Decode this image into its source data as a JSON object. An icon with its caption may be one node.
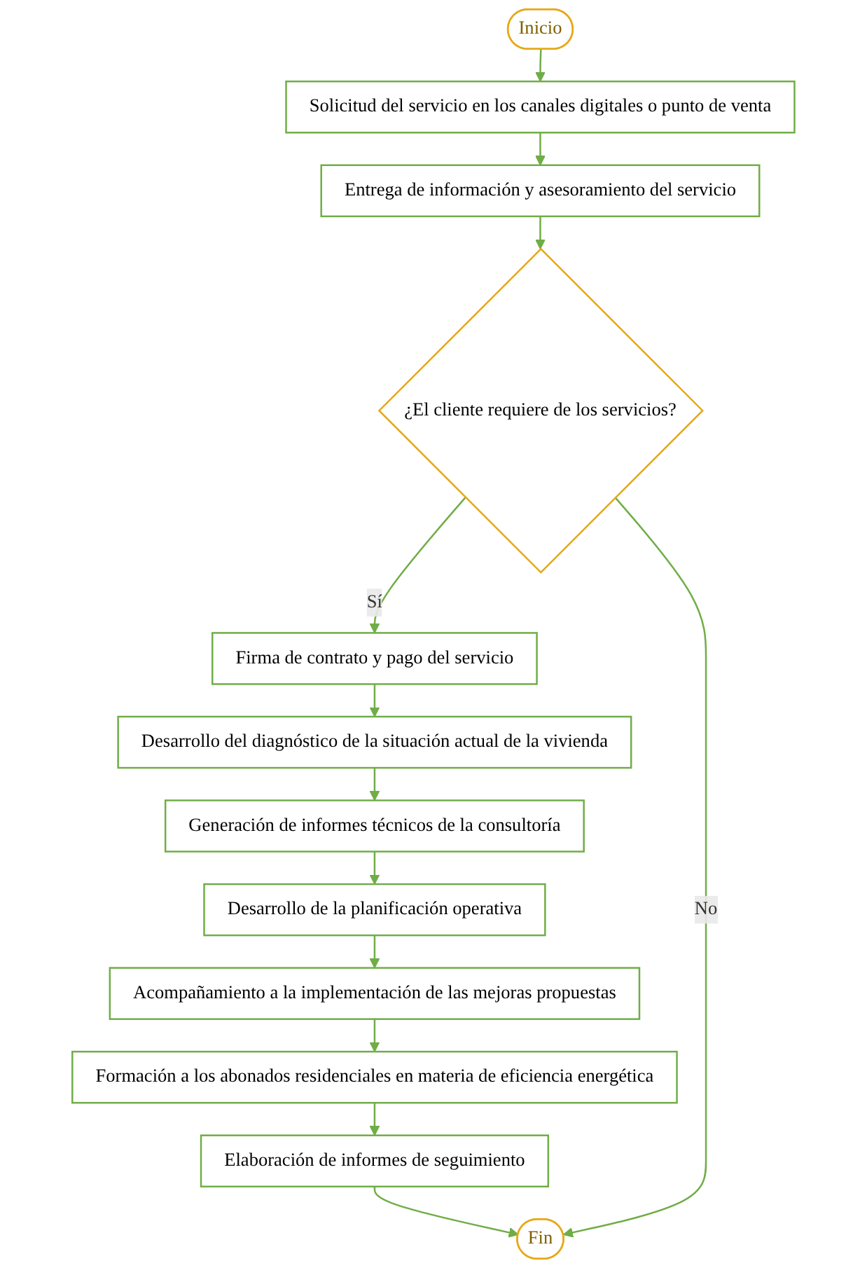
{
  "diagram": {
    "nodes": [
      {
        "text": [
          "Inicio"
        ]
      },
      {
        "text": [
          "Solicitud del servicio en los canales digitales o punto de venta"
        ]
      },
      {
        "text": [
          "Entrega de información y asesoramiento del servicio"
        ]
      },
      {
        "text": [
          "¿El cliente requiere de los servicios?"
        ]
      },
      {
        "text": [
          "Firma de contrato y pago del servicio"
        ]
      },
      {
        "text": [
          "Desarrollo del diagnóstico de la situación actual de la vivienda"
        ]
      },
      {
        "text": [
          "Generación de informes técnicos de la consultoría"
        ]
      },
      {
        "text": [
          "Desarrollo de la planificación operativa"
        ]
      },
      {
        "text": [
          "Acompañamiento a la implementación de las mejoras propuestas"
        ]
      },
      {
        "text": [
          "Formación a los abonados residenciales en materia de eficiencia energética"
        ]
      },
      {
        "text": [
          "Elaboración de informes de seguimiento"
        ]
      },
      {
        "text": [
          "Fin"
        ]
      }
    ],
    "edges": [
      {
        "from": 0,
        "to": 1,
        "arrow": "to"
      },
      {
        "from": 1,
        "to": 2,
        "arrow": "to"
      },
      {
        "from": 2,
        "to": 3,
        "arrow": "to"
      },
      {
        "from": 3,
        "to": 4,
        "arrow": "to",
        "label": "Sí"
      },
      {
        "from": 4,
        "to": 5,
        "arrow": "to"
      },
      {
        "from": 5,
        "to": 6,
        "arrow": "to"
      },
      {
        "from": 6,
        "to": 7,
        "arrow": "to"
      },
      {
        "from": 7,
        "to": 8,
        "arrow": "to"
      },
      {
        "from": 8,
        "to": 9,
        "arrow": "to"
      },
      {
        "from": 9,
        "to": 10,
        "arrow": "to"
      },
      {
        "from": 10,
        "to": 11,
        "arrow": "to"
      },
      {
        "from": 3,
        "to": 11,
        "arrow": "to",
        "label": "No"
      }
    ]
  }
}
